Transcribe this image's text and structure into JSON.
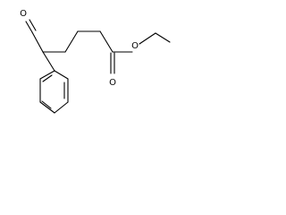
{
  "structure": {
    "atoms": {
      "aldehyde_oxygen": "O",
      "ester_ether_oxygen": "O",
      "carbonyl_oxygen": "O"
    },
    "colors": {
      "bond": "#000000",
      "text": "#000000",
      "background": "#ffffff"
    }
  }
}
